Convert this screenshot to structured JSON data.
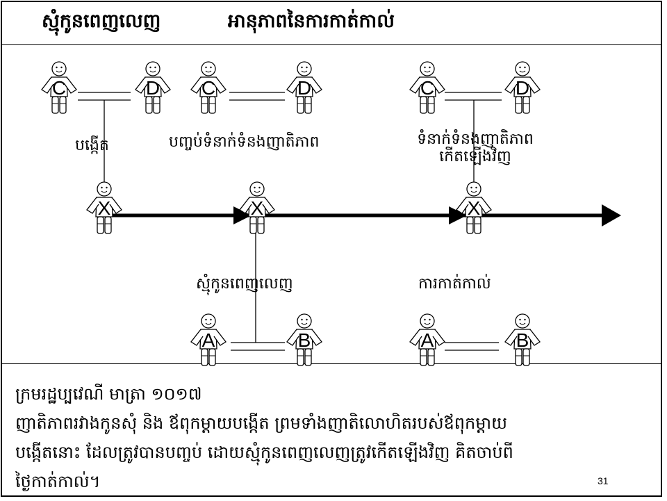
{
  "header": {
    "left": "ស្មុំកូនពេញលេញ",
    "right": "អានុភាពនៃការកាត់កាល់"
  },
  "figures": {
    "top_left": [
      "C",
      "D"
    ],
    "top_middle": [
      "C",
      "D"
    ],
    "top_right": [
      "C",
      "D"
    ],
    "timeline": [
      "X",
      "X",
      "X"
    ],
    "bottom_middle": [
      "A",
      "B"
    ],
    "bottom_right": [
      "A",
      "B"
    ]
  },
  "labels": {
    "birth": "បង្កើត",
    "ended": "បញ្ចប់ទំនាក់ទំនងញាតិភាព",
    "restored_line1": "ទំនាក់ទំនងញាតិភាព",
    "restored_line2": "កើតឡើងវិញ",
    "adoption": "ស្មុំកូនពេញលេញ",
    "cancel": "ការកាត់កាល់"
  },
  "note": {
    "line1": "ក្រមរដ្ឋប្បវេណី មាត្រា ១០១៧",
    "line2": "ញាតិភាពរវាងកូនសុំ និង ឪពុកម្តាយបង្កើត ព្រមទាំងញាតិលោហិតរបស់ឪពុកម្តាយ",
    "line3": "បង្កើតនោះ ដែលត្រូវបានបញ្ចប់ ដោយស្មុំកូនពេញលេញត្រូវកើតឡើងវិញ គិតចាប់ពី",
    "line4": "ថ្ងៃកាត់កាល់។"
  },
  "page_number": "31"
}
